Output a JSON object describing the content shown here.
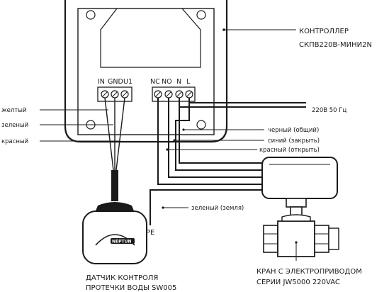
{
  "controller": {
    "label_line1": "КОНТРОЛЛЕР",
    "label_line2": "СКПВ220В-МИНИ2N",
    "left_terminals": [
      "IN",
      "GND",
      "U1"
    ],
    "right_terminals": [
      "NC",
      "NO",
      "N",
      "L"
    ]
  },
  "power": {
    "label": "220В  50 Гц"
  },
  "sensor_wires": {
    "yellow": "желтый",
    "green": "зеленый",
    "red": "красный"
  },
  "valve_wires": {
    "black": "черный (общий)",
    "blue": "синий (закрыть)",
    "red": "красный (открыть)",
    "green_ground": "зеленый (земля)"
  },
  "ground": {
    "label": "PE"
  },
  "sensor": {
    "brand": "NEPTUN",
    "caption_line1": "ДАТЧИК КОНТРОЛЯ",
    "caption_line2": "ПРОТЕЧКИ ВОДЫ SW005"
  },
  "valve": {
    "caption_line1": "КРАН С ЭЛЕКТРОПРИВОДОМ",
    "caption_line2": "СЕРИИ JW5000 220VAC"
  }
}
